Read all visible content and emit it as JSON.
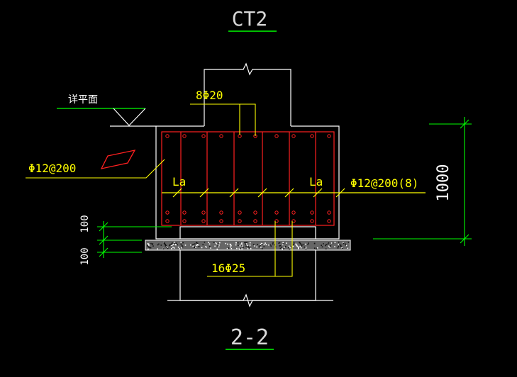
{
  "drawing": {
    "title": "CT2",
    "section_label": "2-2"
  },
  "annotations": {
    "level_note": "详平面",
    "top_rebar": "8Φ20",
    "side_rebar_left": "Φ12@200",
    "side_rebar_right": "Φ12@200(8)",
    "bottom_rebar": "16Φ25",
    "anchorage_left": "La",
    "anchorage_right": "La",
    "dim_height": "1000",
    "dim_cushion": "100",
    "dim_cushion_2": "100"
  },
  "colors": {
    "background": "#000000",
    "outline": "#ffffff",
    "rebar": "#ff2020",
    "dimension": "#00ff00",
    "text": "#ffff00",
    "leader": "#ffff00",
    "cushion": "#ffffff"
  }
}
